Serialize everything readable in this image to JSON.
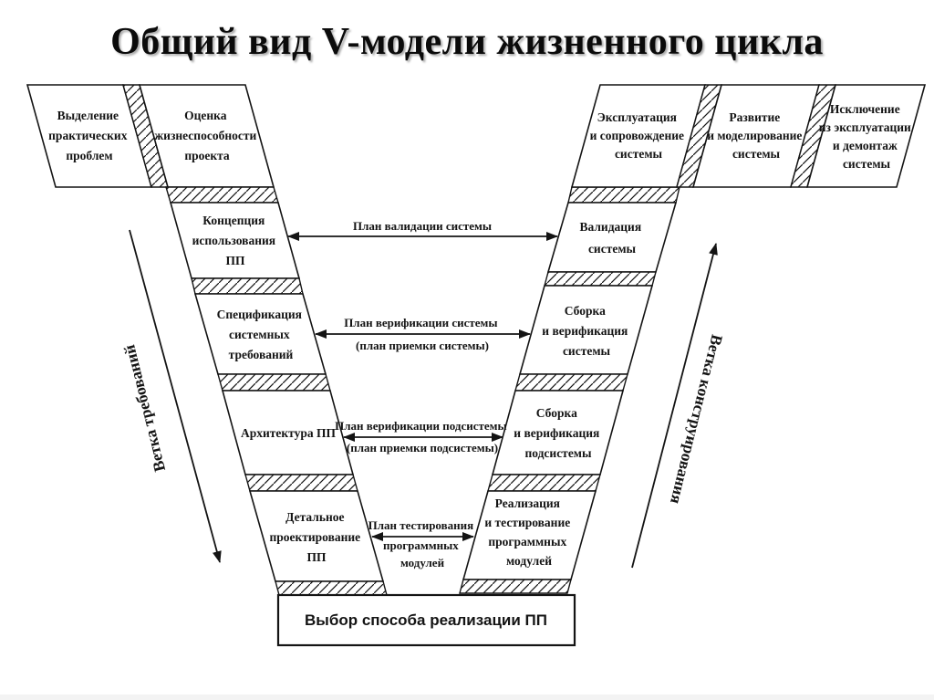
{
  "title": "Общий вид V-модели жизненного цикла",
  "colors": {
    "ink": "#141414",
    "background": "#ffffff",
    "title_shadow": "#aaaaaa"
  },
  "left_wing": {
    "box1": {
      "lines": [
        "Выделение",
        "практических",
        "проблем"
      ]
    },
    "box2": {
      "lines": [
        "Оценка",
        "жизнеспособности",
        "проекта"
      ]
    }
  },
  "left_branch": {
    "concept": {
      "lines": [
        "Концепция",
        "использования",
        "ПП"
      ]
    },
    "spec": {
      "lines": [
        "Спецификация",
        "системных",
        "требований"
      ]
    },
    "arch": {
      "lines": [
        "Архитектура ПП"
      ]
    },
    "detail": {
      "lines": [
        "Детальное",
        "проектирование",
        "ПП"
      ]
    }
  },
  "right_branch": {
    "validation": {
      "lines": [
        "Валидация",
        "системы"
      ]
    },
    "assembly_system": {
      "lines": [
        "Сборка",
        "и верификация",
        "системы"
      ]
    },
    "assembly_subsystem": {
      "lines": [
        "Сборка",
        "и верификация",
        "подсистемы"
      ]
    },
    "implementation": {
      "lines": [
        "Реализация",
        "и тестирование",
        "программных",
        "модулей"
      ]
    }
  },
  "right_wing": {
    "box1": {
      "lines": [
        "Эксплуатация",
        "и сопровождение",
        "системы"
      ]
    },
    "box2": {
      "lines": [
        "Развитие",
        "и моделирование",
        "системы"
      ]
    },
    "box3": {
      "lines": [
        "Исключение",
        "из эксплуатации",
        "и демонтаж",
        "системы"
      ]
    }
  },
  "plans": {
    "validation": {
      "lines": [
        "План валидации системы"
      ]
    },
    "verification_system": {
      "lines": [
        "План верификации системы",
        "(план приемки системы)"
      ]
    },
    "verification_subsystem": {
      "lines": [
        "План верификации подсистемы",
        "(план приемки подсистемы)"
      ]
    },
    "testing": {
      "lines": [
        "План тестирования",
        "программных",
        "модулей"
      ]
    }
  },
  "bottom_box": {
    "label": "Выбор способа реализации ПП"
  },
  "side_labels": {
    "left": "Ветка требований",
    "right": "Ветка конструирования"
  }
}
